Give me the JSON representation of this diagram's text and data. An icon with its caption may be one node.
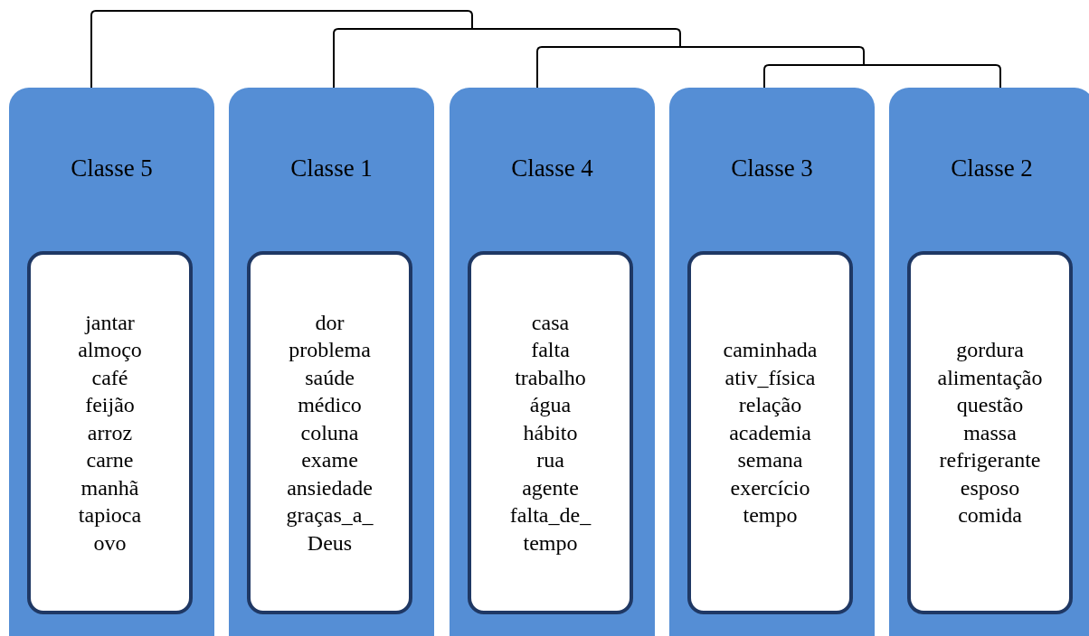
{
  "diagram": {
    "nodes": [
      {
        "text": [
          "Classe 5"
        ]
      },
      {
        "text": [
          "jantar",
          "almoço",
          "café",
          "feijão",
          "arroz",
          "carne",
          "manhã",
          "tapioca",
          "ovo"
        ],
        "in": 0
      },
      {
        "text": [
          "Classe 1"
        ]
      },
      {
        "text": [
          "dor",
          "problema",
          "saúde",
          "médico",
          "coluna",
          "exame",
          "ansiedade",
          "graças_a_ Deus"
        ],
        "in": 2
      },
      {
        "text": [
          "Classe 4"
        ]
      },
      {
        "text": [
          "casa",
          "falta",
          "trabalho",
          "água",
          "hábito",
          "rua",
          "agente",
          "falta_de_ tempo"
        ],
        "in": 4
      },
      {
        "text": [
          "Classe 3"
        ]
      },
      {
        "text": [
          "caminhada",
          "ativ_física",
          "relação",
          "academia",
          "semana",
          "exercício",
          "tempo"
        ],
        "in": 6
      },
      {
        "text": [
          "Classe 2"
        ]
      },
      {
        "text": [
          "gordura",
          "alimentação",
          "questão",
          "massa",
          "refrigerante",
          "esposo",
          "comida"
        ],
        "in": 8
      }
    ]
  }
}
